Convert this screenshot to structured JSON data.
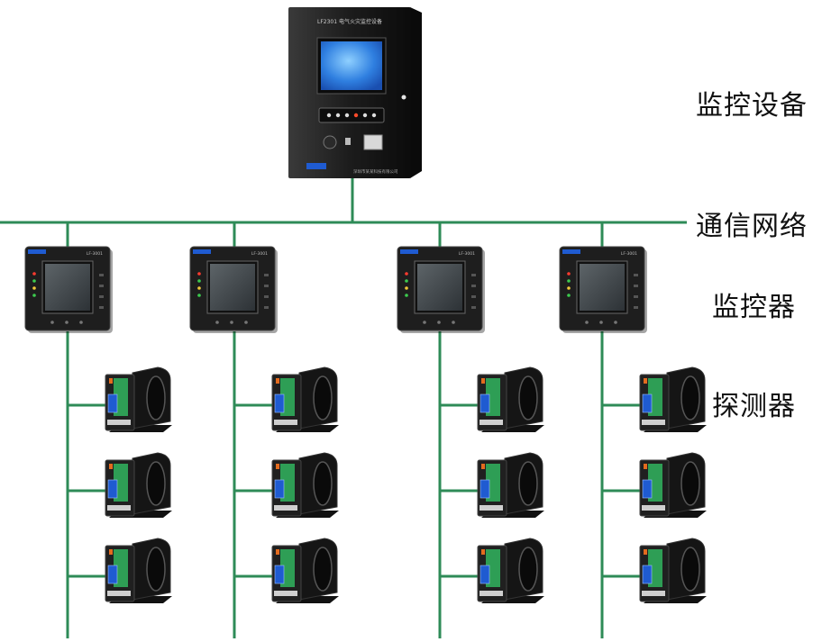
{
  "labels": {
    "host": "监控设备",
    "network": "通信网络",
    "monitor": "监控器",
    "detector": "探测器"
  },
  "host_device": {
    "model_text": "LF2301 电气火灾监控设备",
    "company_text": "深圳市某某科技有限公司",
    "screen_icon": "lcd-screen-icon",
    "color": "#1b1b1b",
    "screen_color": "#2f7fe0"
  },
  "monitors": [
    {
      "id": "monitor-1",
      "model_text": "LF-3001"
    },
    {
      "id": "monitor-2",
      "model_text": "LF-3001"
    },
    {
      "id": "monitor-3",
      "model_text": "LF-3001"
    },
    {
      "id": "monitor-4",
      "model_text": "LF-3001"
    }
  ],
  "detectors_per_monitor": 3,
  "colors": {
    "bus_line": "#2e8b57",
    "device_body": "#1f1f1f",
    "detector_panel": "#2e9e55",
    "detector_badge": "#1f5bd1"
  }
}
